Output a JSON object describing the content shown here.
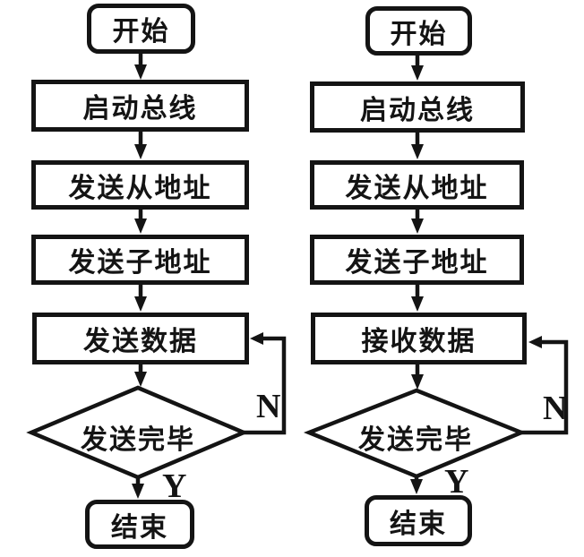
{
  "colors": {
    "line": "#141414",
    "background": "#ffffff"
  },
  "charts": [
    {
      "start": "开始",
      "steps": [
        "启动总线",
        "发送从地址",
        "发送子地址",
        "发送数据"
      ],
      "decision": "发送完毕",
      "no_label": "N",
      "yes_label": "Y",
      "end": "结束"
    },
    {
      "start": "开始",
      "steps": [
        "启动总线",
        "发送从地址",
        "发送子地址",
        "接收数据"
      ],
      "decision": "发送完毕",
      "no_label": "N",
      "yes_label": "Y",
      "end": "结束"
    }
  ]
}
